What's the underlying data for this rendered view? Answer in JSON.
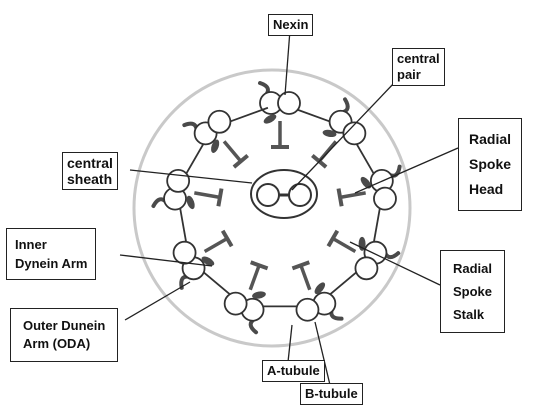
{
  "labels": {
    "nexin": "Nexin",
    "central_pair": "central\npair",
    "radial_spoke_head": "Radial\nSpoke\nHead",
    "central_sheath": "central\nsheath",
    "inner_dynein_arm": "Inner\nDynein Arm",
    "radial_spoke_stalk": "Radial\nSpoke\nStalk",
    "outer_dynein_arm": "Outer Dunein\nArm (ODA)",
    "a_tubule": "A-tubule",
    "b_tubule": "B-tubule"
  },
  "colors": {
    "membrane": "#c9c9c9",
    "tubule_fill": "#ffffff",
    "tubule_stroke": "#333333",
    "dynein_arm": "#4a4a4a",
    "spoke": "#555555",
    "leader_line": "#222222"
  },
  "structure": {
    "doublet_count": 9,
    "central_pair_count": 2
  }
}
